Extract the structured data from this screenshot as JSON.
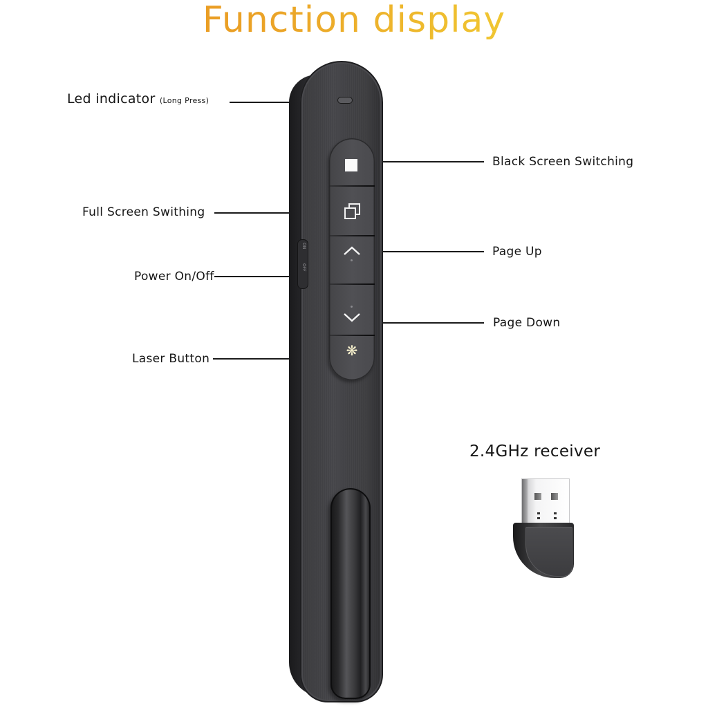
{
  "title": "Function display",
  "title_gradient": [
    "#e8891a",
    "#f3d636"
  ],
  "labels": {
    "led_indicator": "Led indicator",
    "led_indicator_note": "(Long Press)",
    "black_screen": "Black Screen Switching",
    "full_screen": "Full Screen Swithing",
    "page_up": "Page Up",
    "power": "Power On/Off",
    "page_down": "Page Down",
    "laser": "Laser Button",
    "receiver": "2.4GHz receiver"
  },
  "device": {
    "switch_on": "ON",
    "switch_off": "OFF",
    "buttons": [
      {
        "name": "black-screen",
        "icon": "square-icon"
      },
      {
        "name": "full-screen",
        "icon": "windows-icon"
      },
      {
        "name": "page-up",
        "icon": "chevron-up-icon"
      },
      {
        "name": "page-down",
        "icon": "chevron-down-icon"
      },
      {
        "name": "laser",
        "icon": "laser-icon",
        "glyph": "❋"
      }
    ]
  }
}
